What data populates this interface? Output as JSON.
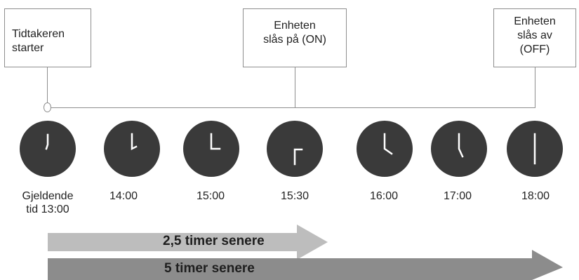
{
  "callouts": {
    "start": {
      "line1": "Tidtakeren",
      "line2": "starter"
    },
    "on": {
      "line1": "Enheten",
      "line2": "slås på (ON)"
    },
    "off": {
      "line1": "Enheten",
      "line2": "slås av",
      "line3": "(OFF)"
    }
  },
  "clocks": [
    {
      "label_line1": "Gjeldende",
      "label_line2": "tid 13:00"
    },
    {
      "label_line1": "14:00"
    },
    {
      "label_line1": "15:00"
    },
    {
      "label_line1": "15:30"
    },
    {
      "label_line1": "16:00"
    },
    {
      "label_line1": "17:00"
    },
    {
      "label_line1": "18:00"
    }
  ],
  "arrows": {
    "short_label": "2,5 timer senere",
    "long_label": "5 timer senere",
    "short_color": "#bdbdbd",
    "long_color": "#8c8c8c"
  },
  "colors": {
    "clock_face": "#3a3a3a",
    "clock_hands": "#ffffff",
    "line": "#8e8e8e"
  }
}
